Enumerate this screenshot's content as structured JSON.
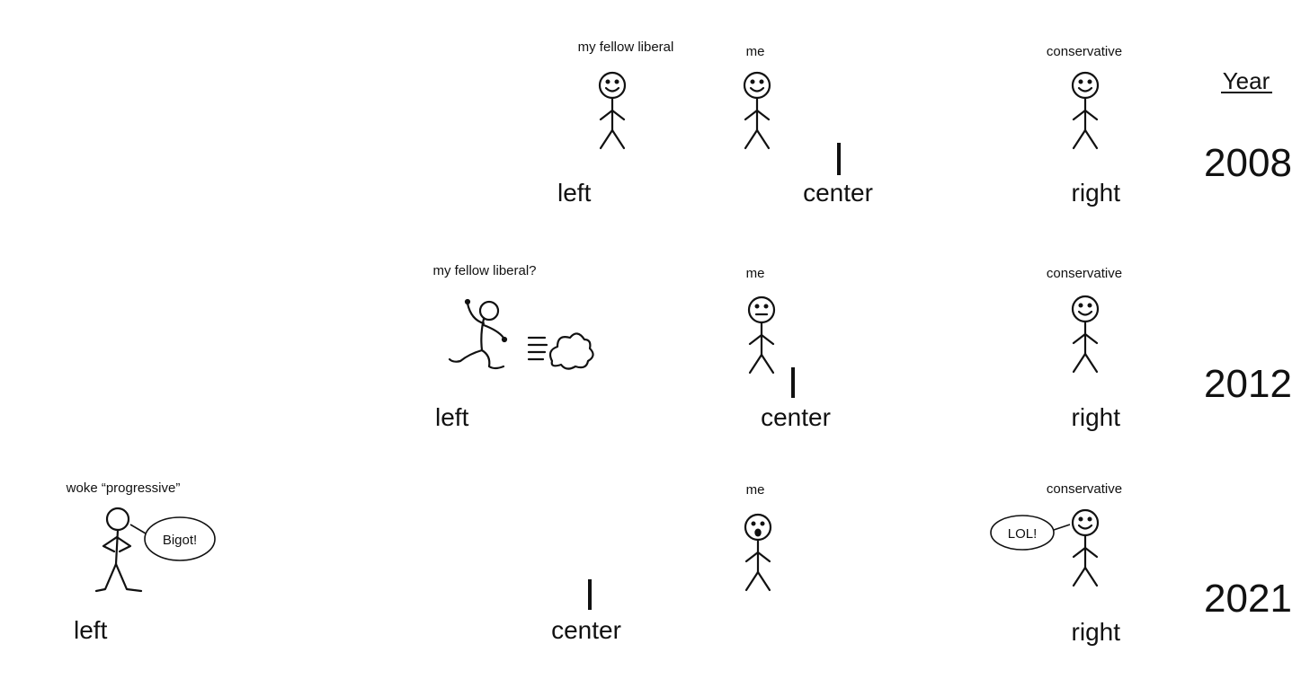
{
  "year_header": "Year",
  "rows": [
    {
      "year": "2008",
      "axis": {
        "left": "left",
        "center": "center",
        "right": "right"
      },
      "figures": {
        "left_label": "my fellow liberal",
        "me_label": "me",
        "right_label": "conservative"
      }
    },
    {
      "year": "2012",
      "axis": {
        "left": "left",
        "center": "center",
        "right": "right"
      },
      "figures": {
        "left_label": "my fellow liberal?",
        "me_label": "me",
        "right_label": "conservative"
      }
    },
    {
      "year": "2021",
      "axis": {
        "left": "left",
        "center": "center",
        "right": "right"
      },
      "figures": {
        "left_label": "woke “progressive”",
        "me_label": "me",
        "right_label": "conservative"
      },
      "speech": {
        "left": "Bigot!",
        "right": "LOL!"
      }
    }
  ],
  "colors": {
    "left": "#4a78c2",
    "mid": "#6b3a6e",
    "right": "#e0473f"
  },
  "icons": [
    "smiley-stick-figure",
    "neutral-stick-figure",
    "shocked-stick-figure",
    "running-stick-figure",
    "dust-cloud-icon",
    "speech-bubble"
  ]
}
